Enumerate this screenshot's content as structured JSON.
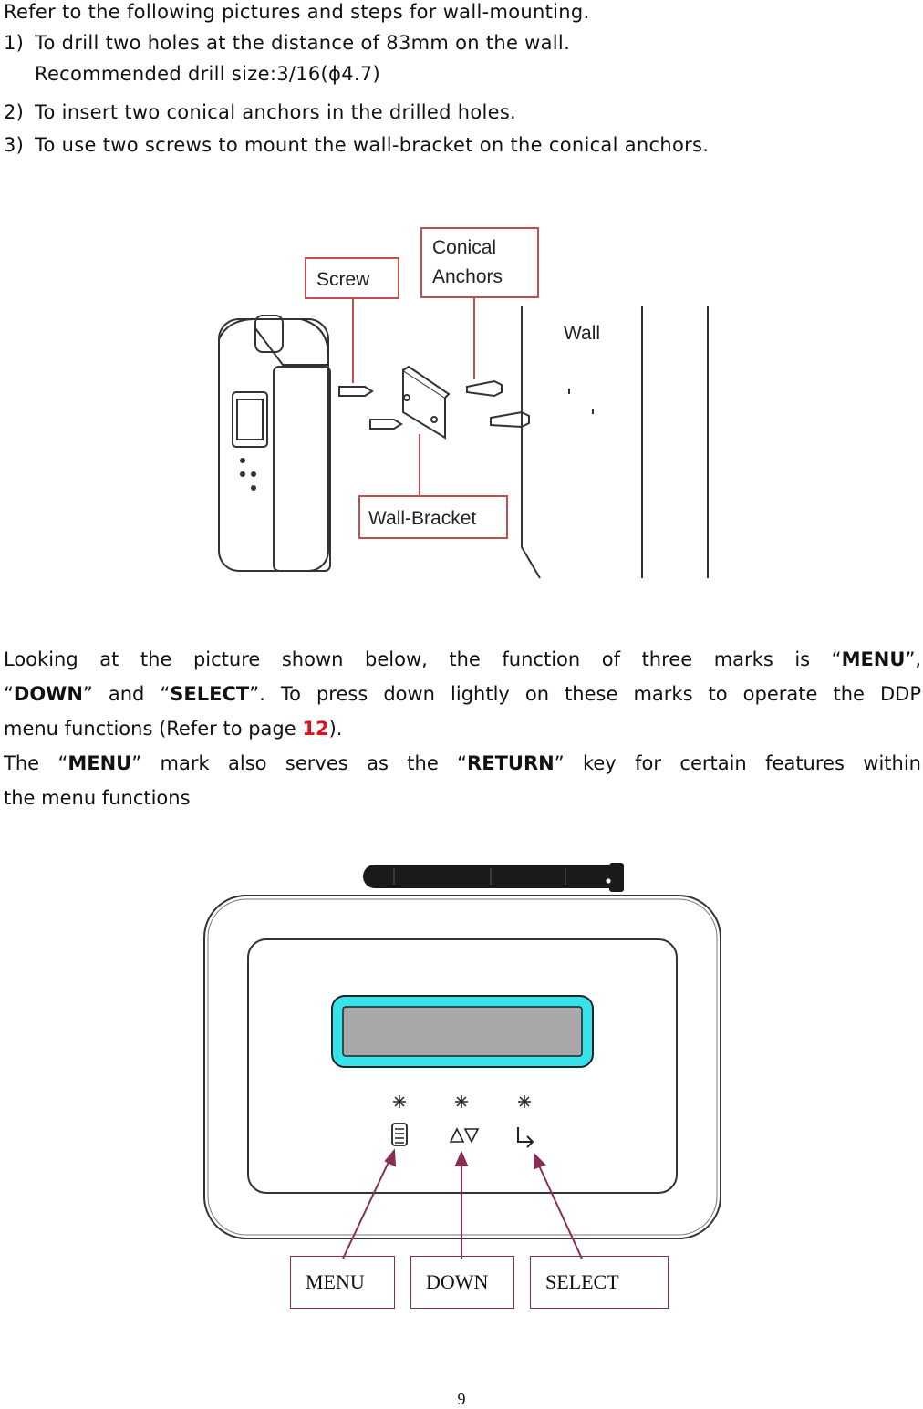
{
  "intro": "Refer to the following pictures and steps for wall-mounting.",
  "steps": [
    {
      "num": "1)",
      "text": "To drill two holes at the distance of 83mm on the wall."
    },
    {
      "num": "",
      "text": "Recommended drill size:3/16(ϕ4.7)"
    },
    {
      "num": "2)",
      "text": "To insert two conical anchors in the drilled holes."
    },
    {
      "num": "3)",
      "text": "To use two screws to mount the wall-bracket on the conical anchors."
    }
  ],
  "figure1": {
    "screw": "Screw",
    "anchors_line1": "Conical",
    "anchors_line2": "Anchors",
    "wall": "Wall",
    "bracket": "Wall-Bracket"
  },
  "paragraph": {
    "line1_pre": "Looking at the picture shown below, the function of three marks is “",
    "menu": "MENU",
    "line1_post": "”,",
    "q_open": "“",
    "down": "DOWN",
    "mid": "” and “",
    "select": "SELECT",
    "line2_post": "”. To press down lightly on these marks to operate the DDP",
    "line3_pre": "menu functions (Refer to page ",
    "page_ref": "12",
    "line3_post": ").",
    "line4_pre": "The “",
    "menu2": "MENU",
    "line4_mid": "” mark also serves as the “",
    "return": "RETURN",
    "line4_post": "” key for certain features within",
    "line5": "the menu functions"
  },
  "figure2_labels": {
    "menu": "MENU",
    "down": "DOWN",
    "select": "SELECT"
  },
  "page_number": "9"
}
